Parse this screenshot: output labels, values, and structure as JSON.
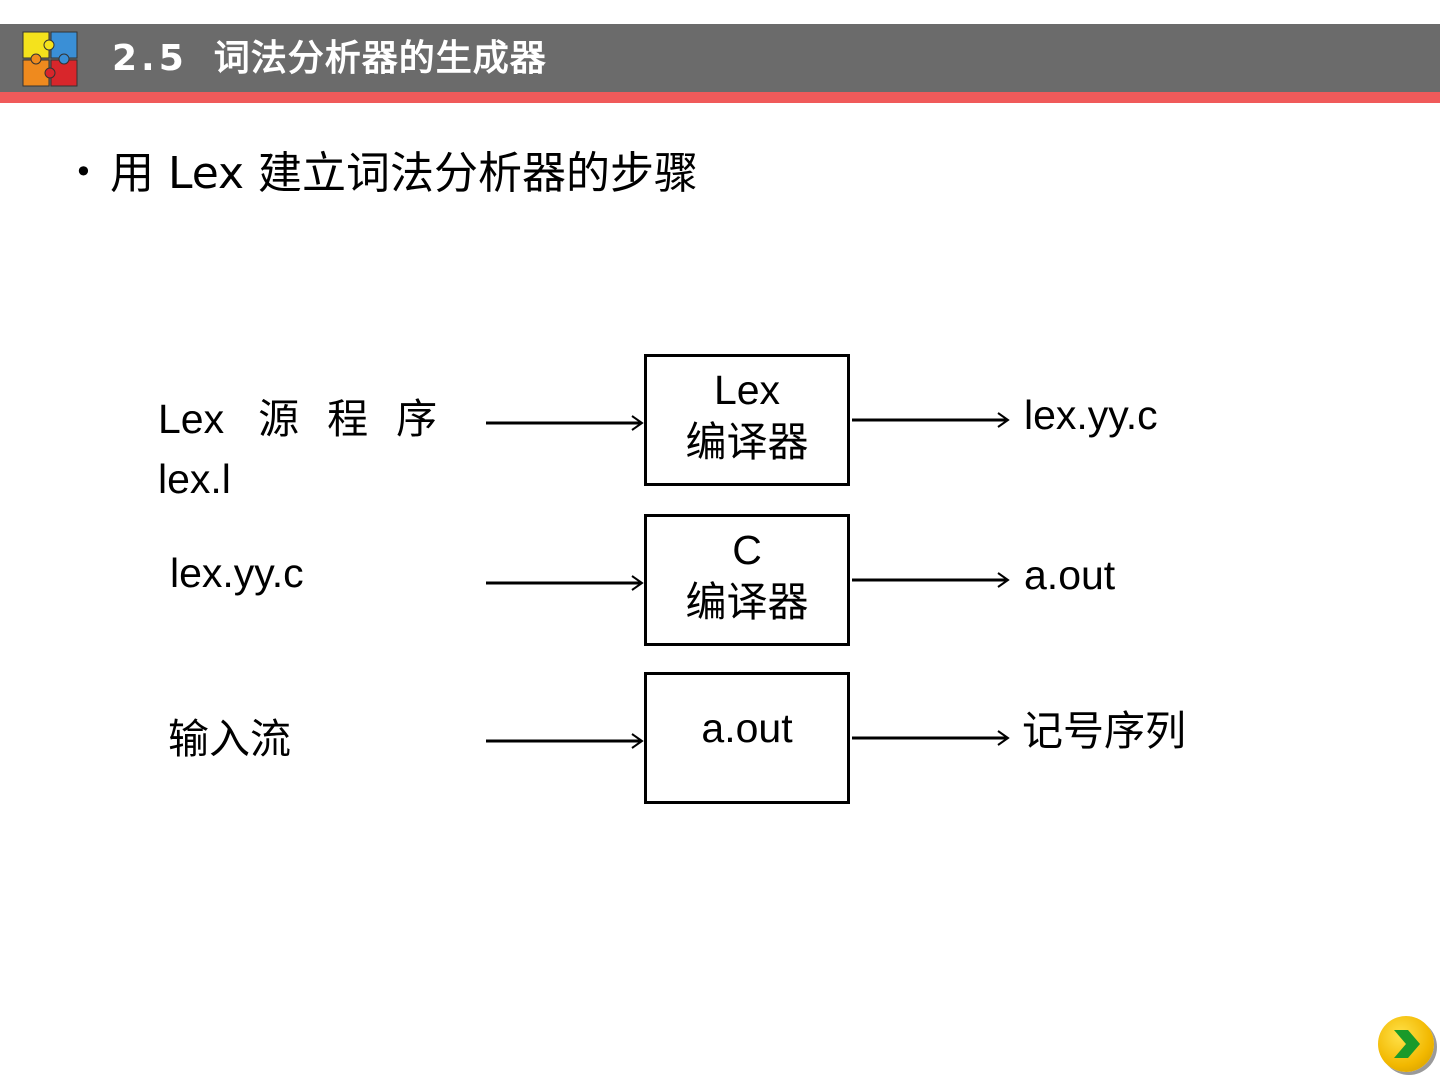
{
  "header": {
    "section_number": "2.5",
    "title": "词法分析器的生成器"
  },
  "bullet": {
    "text": "用 Lex 建立词法分析器的步骤"
  },
  "diagram": {
    "rows": [
      {
        "input_line1_a": "Lex",
        "input_line1_b": "源程序",
        "input_line2": "lex.l",
        "box_line1": "Lex",
        "box_line2": "编译器",
        "output": "lex.yy.c"
      },
      {
        "input": "lex.yy.c",
        "box_line1": "C",
        "box_line2": "编译器",
        "output": "a.out"
      },
      {
        "input": "输入流",
        "box_line1": "a.out",
        "output": "记号序列"
      }
    ]
  },
  "colors": {
    "header_bar": "#6b6b6b",
    "header_rule": "#f05a5a",
    "next_button": "#f2b800",
    "next_arrow": "#1a9a2a"
  },
  "icons": {
    "logo": "puzzle-logo-icon",
    "next": "next-arrow-icon"
  }
}
